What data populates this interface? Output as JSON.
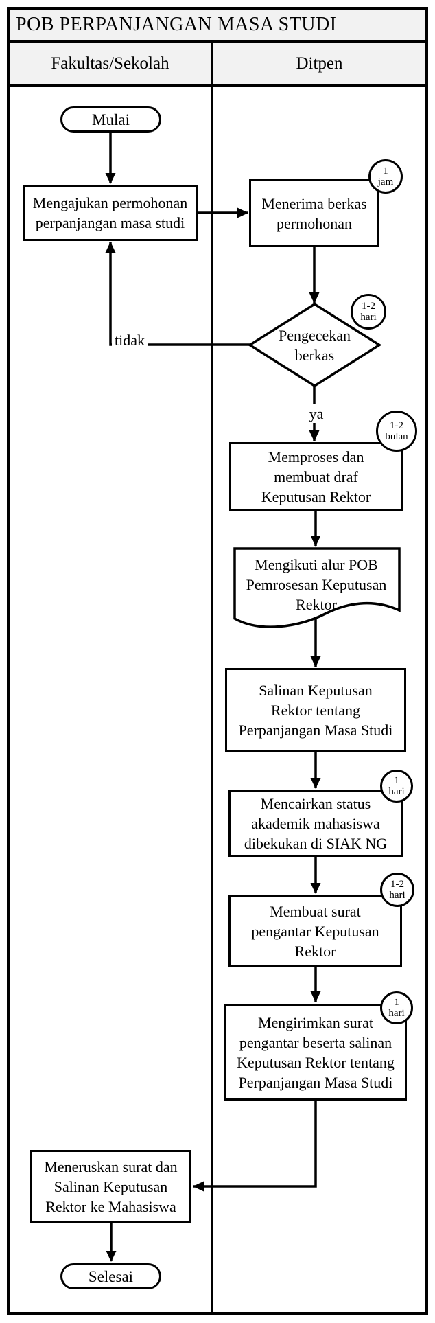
{
  "flowchart": {
    "title": "POB PERPANJANGAN MASA STUDI",
    "lanes": [
      {
        "label": "Fakultas/Sekolah"
      },
      {
        "label": "Ditpen"
      }
    ],
    "nodes": [
      {
        "id": "start",
        "type": "start",
        "lane": "Fakultas/Sekolah",
        "label": "Mulai"
      },
      {
        "id": "ajukan",
        "type": "process",
        "lane": "Fakultas/Sekolah",
        "label": "Mengajukan permohonan\nperpanjangan masa studi"
      },
      {
        "id": "terima",
        "type": "process",
        "lane": "Ditpen",
        "label": "Menerima berkas\npermohonan",
        "duration_value": "1",
        "duration_unit": "jam"
      },
      {
        "id": "pengecekan",
        "type": "decision",
        "lane": "Ditpen",
        "label": "Pengecekan\nberkas",
        "duration_value": "1-2",
        "duration_unit": "hari"
      },
      {
        "id": "memproses",
        "type": "process",
        "lane": "Ditpen",
        "label": "Memproses dan\nmembuat draf\nKeputusan Rektor",
        "duration_value": "1-2",
        "duration_unit": "bulan"
      },
      {
        "id": "mengikuti",
        "type": "document",
        "lane": "Ditpen",
        "label": "Mengikuti alur POB\nPemrosesan Keputusan\nRektor"
      },
      {
        "id": "salinan",
        "type": "process",
        "lane": "Ditpen",
        "label": "Salinan Keputusan\nRektor tentang\nPerpanjangan Masa Studi"
      },
      {
        "id": "mencairkan",
        "type": "process",
        "lane": "Ditpen",
        "label": "Mencairkan status\nakademik mahasiswa\ndibekukan di SIAK NG",
        "duration_value": "1",
        "duration_unit": "hari"
      },
      {
        "id": "membuat-surat",
        "type": "process",
        "lane": "Ditpen",
        "label": "Membuat surat\npengantar Keputusan\nRektor",
        "duration_value": "1-2",
        "duration_unit": "hari"
      },
      {
        "id": "mengirimkan",
        "type": "process",
        "lane": "Ditpen",
        "label": "Mengirimkan surat\npengantar beserta salinan\nKeputusan Rektor tentang\nPerpanjangan Masa Studi",
        "duration_value": "1",
        "duration_unit": "hari"
      },
      {
        "id": "meneruskan",
        "type": "process",
        "lane": "Fakultas/Sekolah",
        "label": "Meneruskan surat dan\nSalinan Keputusan\nRektor ke Mahasiswa"
      },
      {
        "id": "end",
        "type": "end",
        "lane": "Fakultas/Sekolah",
        "label": "Selesai"
      }
    ],
    "edge_labels": {
      "no": "tidak",
      "yes": "ya"
    },
    "colors": {
      "header_bg": "#f2f2f2",
      "stroke": "#000000",
      "node_bg": "#ffffff"
    }
  }
}
